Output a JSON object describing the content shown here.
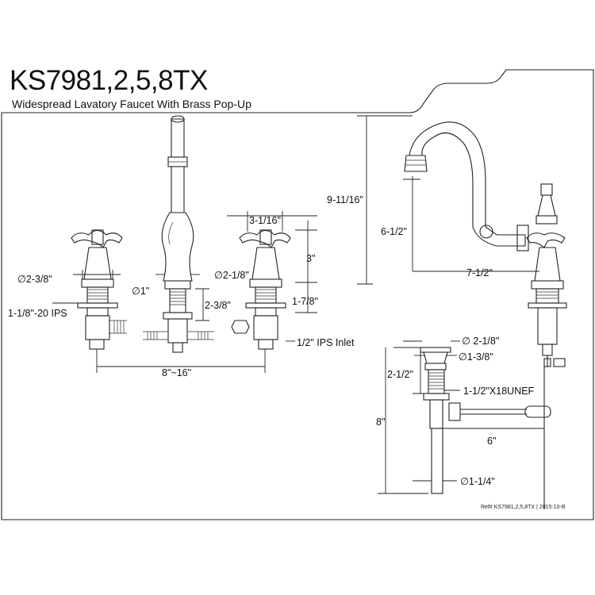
{
  "header": {
    "model": "KS7981,2,5,8TX",
    "description": "Widespread Lavatory Faucet With Brass Pop-Up"
  },
  "dimensions": {
    "handle_diameter": "∅2-3/8\"",
    "spout_base_diameter": "∅1\"",
    "base_diameter": "∅2-1/8\"",
    "handle_width": "3-1/16\"",
    "handle_height": "3\"",
    "ips_thread": "1-1/8\"-20 IPS",
    "tee_height": "2-3/8\"",
    "shank_length": "1-7/8\"",
    "ips_inlet": "1/2\" IPS Inlet",
    "spread": "8\"~16\"",
    "overall_height": "9-11/16\"",
    "spout_height": "6-1/2\"",
    "spout_reach": "7-1/2\"",
    "drain_flange_diameter": "∅ 2-1/8\"",
    "drain_body_diameter": "∅1-3/8\"",
    "drain_upper_length": "2-1/2\"",
    "drain_thread": "1-1/2\"X18UNEF",
    "drain_total_length": "8\"",
    "pivot_rod_length": "6\"",
    "tailpiece_diameter": "∅1-1/4\""
  },
  "footer": {
    "reference": "Ref# KS7981,2,5,8TX | 2015-10-B"
  },
  "colors": {
    "line": "#222222",
    "background": "#ffffff"
  }
}
